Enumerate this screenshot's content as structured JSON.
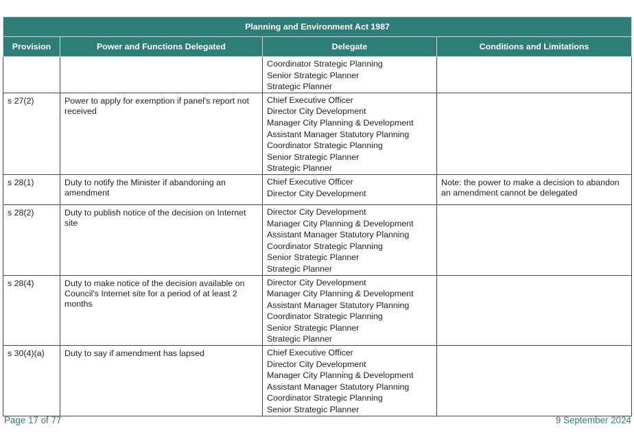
{
  "table": {
    "title": "Planning and Environment Act 1987",
    "headers": [
      "Provision",
      "Power and Functions Delegated",
      "Delegate",
      "Conditions and Limitations"
    ],
    "rows": [
      {
        "provision": "",
        "power": "",
        "delegates": [
          "Coordinator Strategic Planning",
          "Senior Strategic Planner",
          "Strategic Planner"
        ],
        "conditions": ""
      },
      {
        "provision": "s 27(2)",
        "power": "Power to apply for exemption if panel's report not received",
        "delegates": [
          "Chief Executive Officer",
          "Director City Development",
          "Manager City Planning & Development",
          "Assistant Manager Statutory Planning",
          "Coordinator Strategic Planning",
          "Senior Strategic Planner",
          "Strategic Planner"
        ],
        "conditions": ""
      },
      {
        "provision": "s 28(1)",
        "power": "Duty to notify the Minister if abandoning an amendment",
        "delegates": [
          "Chief Executive Officer",
          "Director City Development"
        ],
        "conditions": "Note: the power to make a decision to abandon an amendment cannot be delegated"
      },
      {
        "provision": "s 28(2)",
        "power": "Duty to publish notice of the decision on Internet site",
        "delegates": [
          "Director City Development",
          "Manager City Planning & Development",
          "Assistant Manager Statutory Planning",
          "Coordinator Strategic Planning",
          "Senior Strategic Planner",
          "Strategic Planner"
        ],
        "conditions": ""
      },
      {
        "provision": "s 28(4)",
        "power": "Duty to make notice of the decision available on Council's Internet site for a period of at least 2 months",
        "delegates": [
          "Director City Development",
          "Manager City Planning & Development",
          "Assistant Manager Statutory Planning",
          "Coordinator Strategic Planning",
          "Senior Strategic Planner",
          "Strategic Planner"
        ],
        "conditions": ""
      },
      {
        "provision": "s 30(4)(a)",
        "power": "Duty to say if amendment has lapsed",
        "delegates": [
          "Chief Executive Officer",
          "Director City Development",
          "Manager City Planning & Development",
          "Assistant Manager Statutory Planning",
          "Coordinator Strategic Planning",
          "Senior Strategic Planner"
        ],
        "conditions": ""
      }
    ]
  },
  "footer": {
    "page": "Page 17 of 77",
    "date": "9 September 2024"
  },
  "colors": {
    "header_bg": "#2e7d78",
    "footer_text": "#2e7d78"
  }
}
